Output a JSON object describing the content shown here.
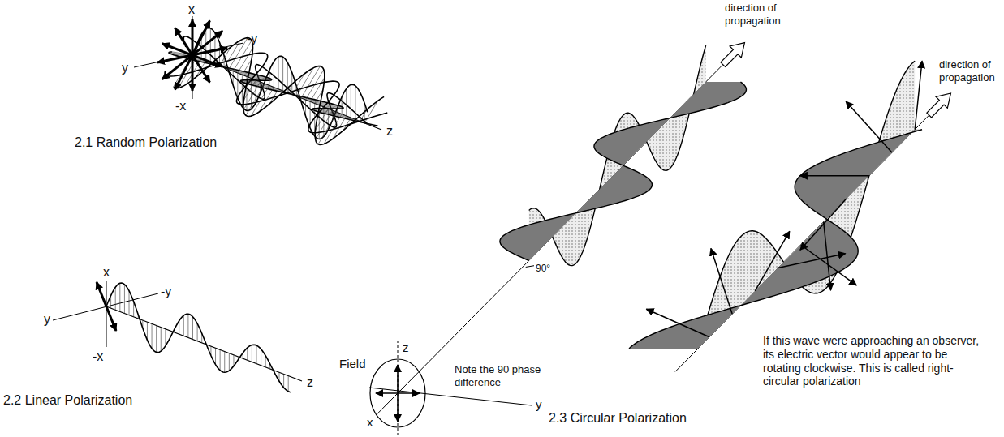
{
  "diagram": {
    "labels": [
      "x",
      "-y",
      "y",
      "-x",
      "z",
      "2.1 Random Polarization",
      "x",
      "-y",
      "y",
      "-x",
      "z",
      "2.2 Linear Polarization",
      "direction of propagation",
      "direction of propagation",
      "90°",
      "z",
      "Field",
      "Note the 90 phase difference",
      "y",
      "x",
      "2.3 Circular Polarization",
      "If this wave were approaching an observer, its electric vector would appear to be rotating clockwise. This is called right-circular polarization"
    ]
  }
}
